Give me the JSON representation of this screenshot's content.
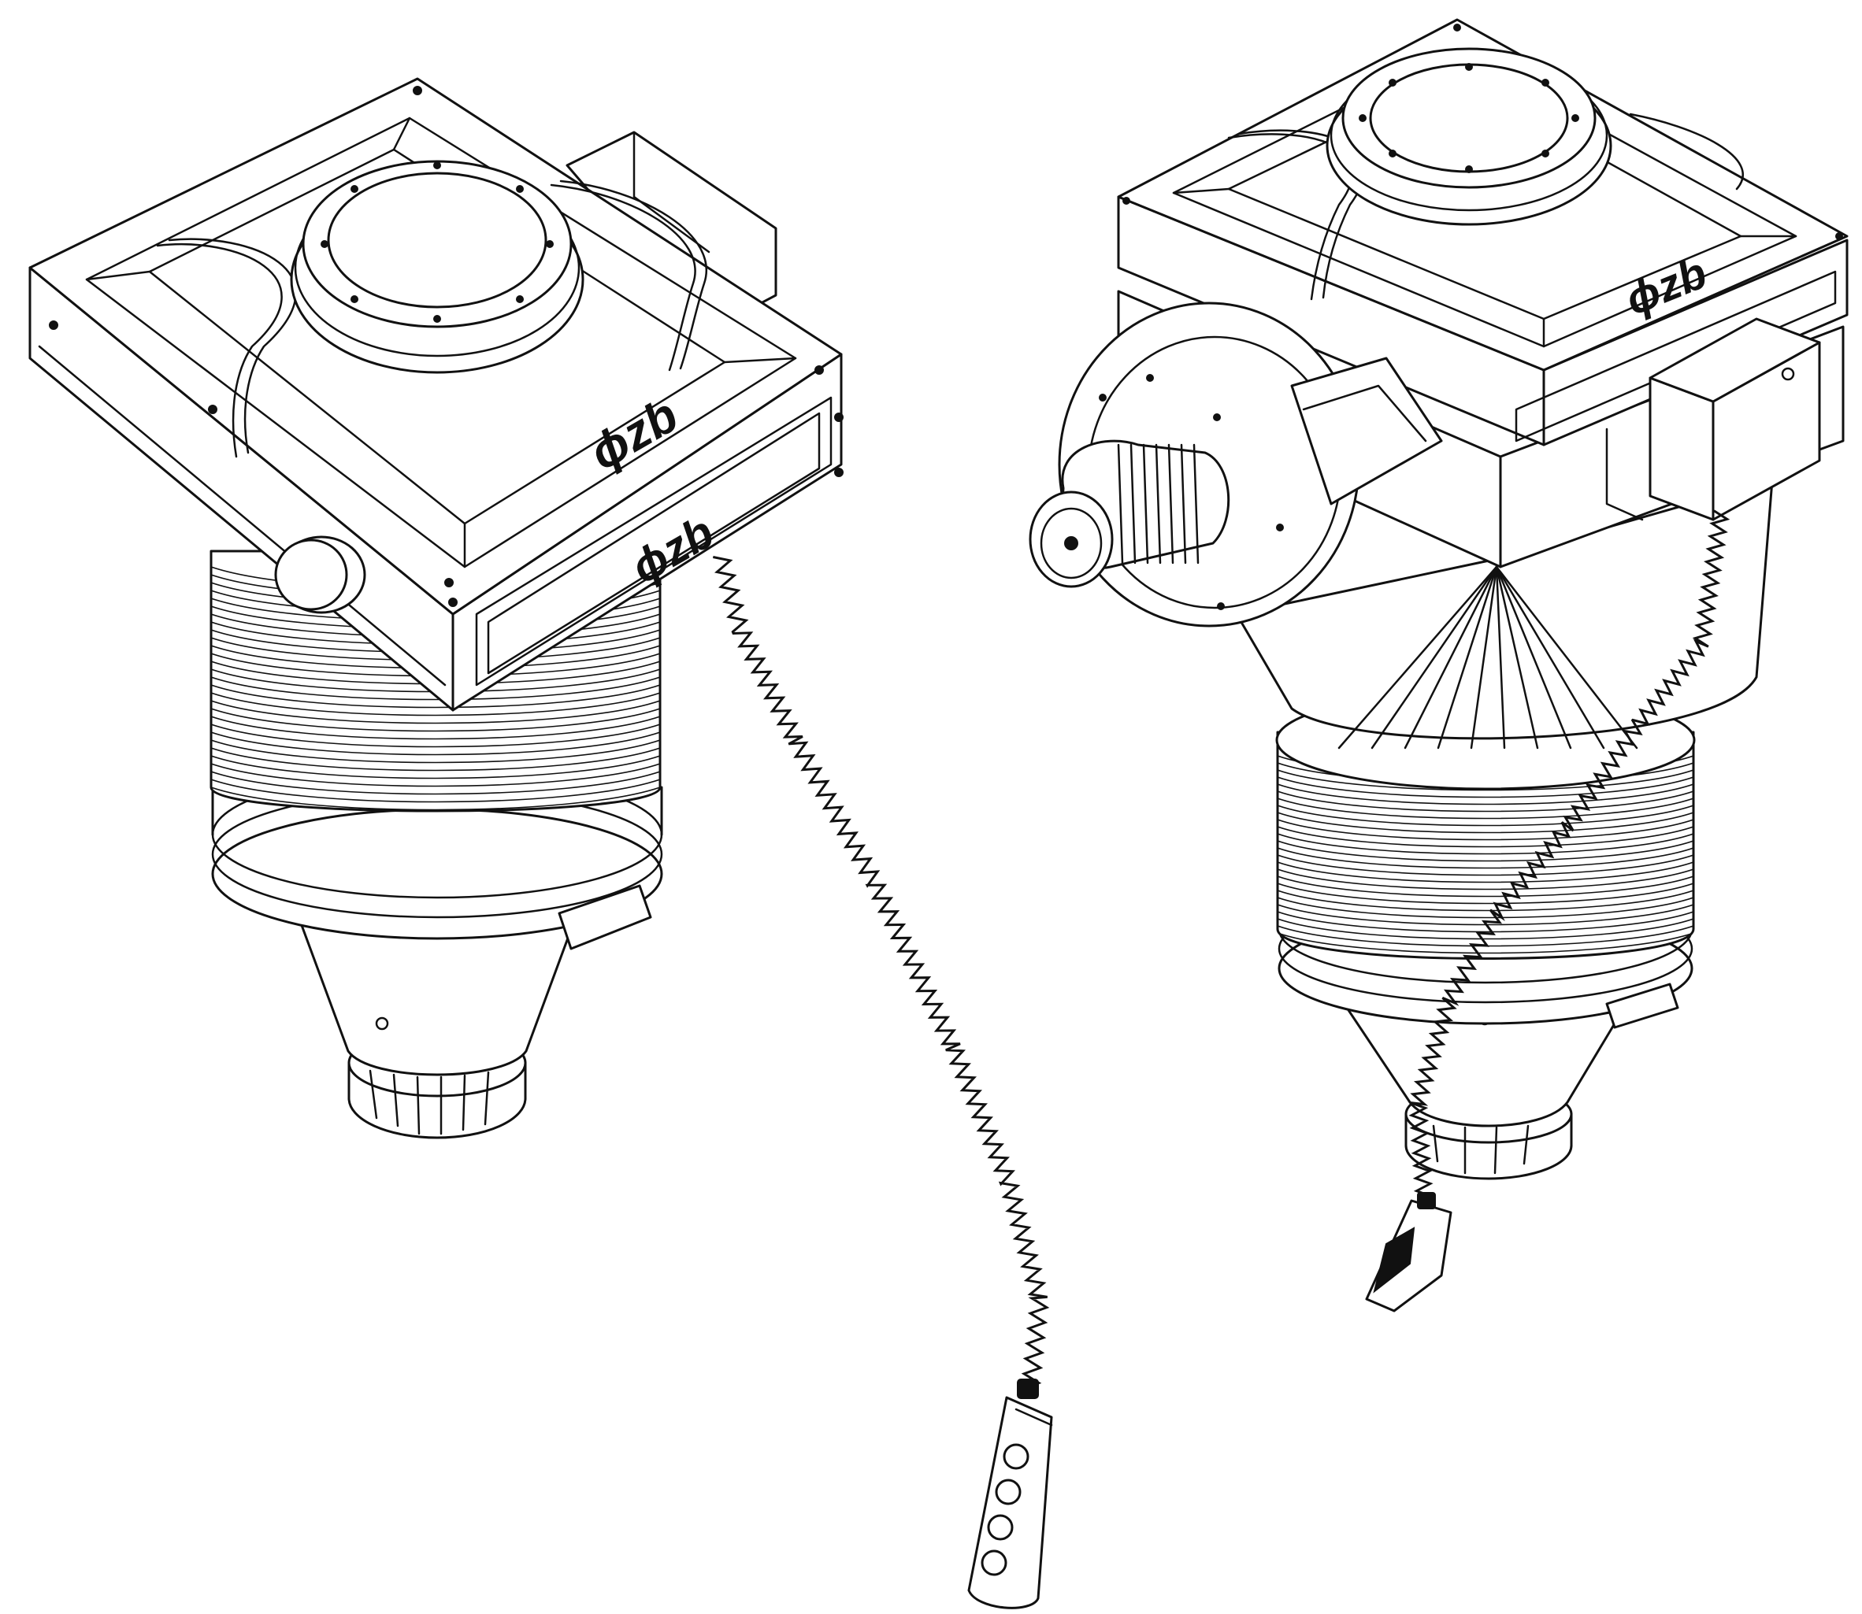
{
  "units": [
    {
      "logos": [
        "ɸzb",
        "ɸzb"
      ]
    },
    {
      "logos": [
        "ɸzb"
      ]
    }
  ]
}
